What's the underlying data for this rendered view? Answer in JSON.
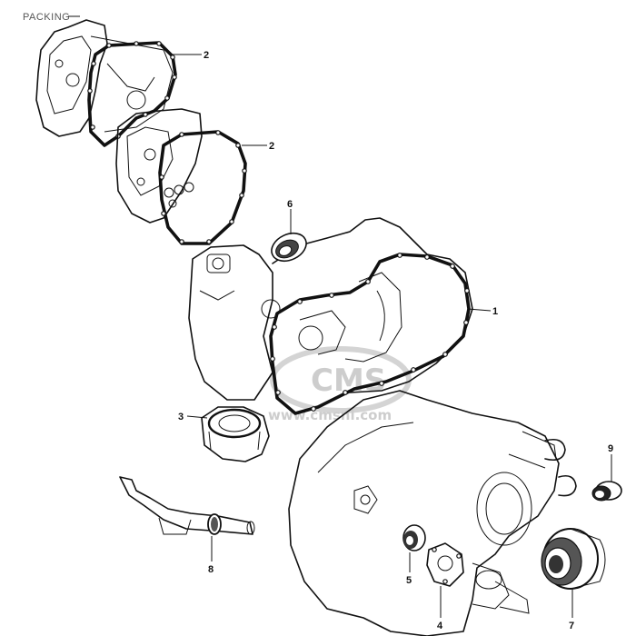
{
  "title": "PACKING",
  "watermark": {
    "logo": "CMS",
    "site": "www.cmsnl.com"
  },
  "callouts": [
    {
      "id": "part-2-top",
      "number": "2"
    },
    {
      "id": "part-2-mid",
      "number": "2"
    },
    {
      "id": "part-6",
      "number": "6"
    },
    {
      "id": "part-1",
      "number": "1"
    },
    {
      "id": "part-3",
      "number": "3"
    },
    {
      "id": "part-9",
      "number": "9"
    },
    {
      "id": "part-8",
      "number": "8"
    },
    {
      "id": "part-5",
      "number": "5"
    },
    {
      "id": "part-4",
      "number": "4"
    },
    {
      "id": "part-7",
      "number": "7"
    }
  ]
}
